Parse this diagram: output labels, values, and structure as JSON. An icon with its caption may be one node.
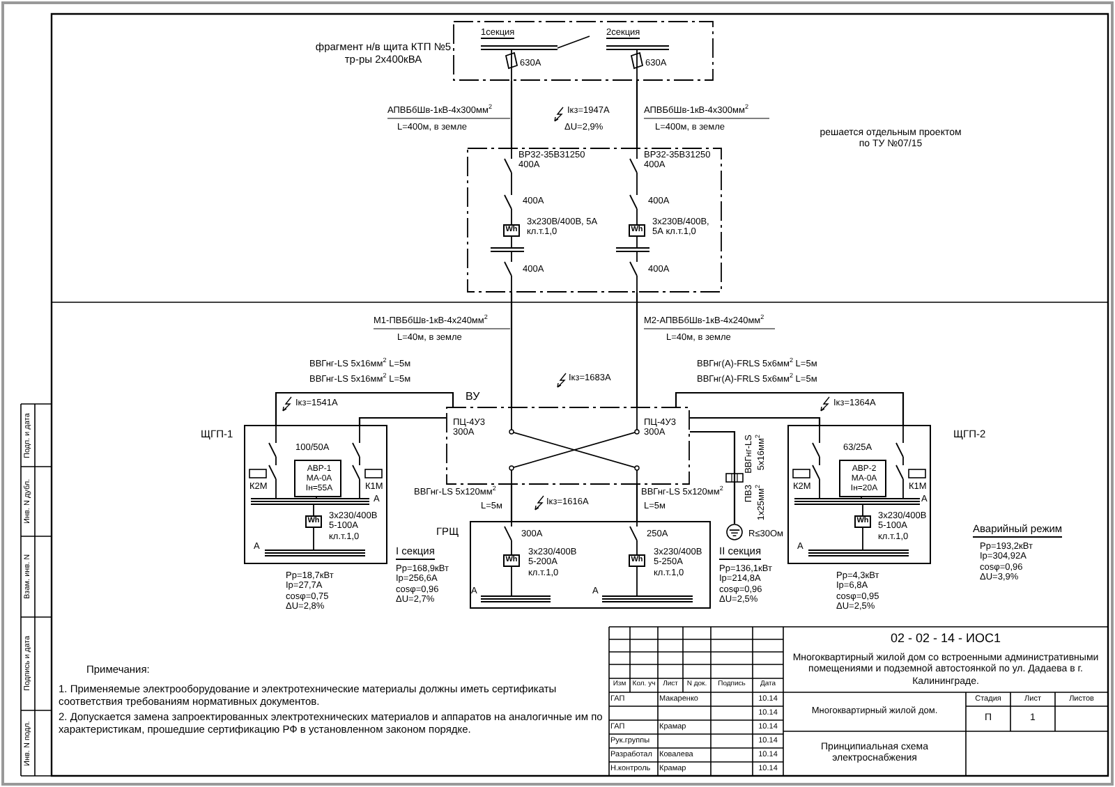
{
  "diagram": {
    "nodes": [
      {
        "text": [
          "1секция",
          "2секция",
          "630А",
          "630А"
        ],
        "beside": [
          "фрагмент н/в щита КТП №5 тр-ры 2х400кВА"
        ]
      },
      {
        "text": [
          "ВР32-35В31250 400А",
          "ВР32-35В31250 400А",
          "400А",
          "400А",
          "3х230В/400В, 5А кл.т.1,0",
          "3х230В/400В, 5А кл.т.1,0",
          "400А",
          "400А"
        ]
      },
      {
        "text": [
          "ВУ",
          "ПЦ-4У3 300А",
          "ПЦ-4У3 300А"
        ]
      },
      {
        "text": [
          "ЩГП-1",
          "100/50А",
          "К2М",
          "К1М",
          "3х230/400В 5-100А кл.т.1,0"
        ]
      },
      {
        "text": [
          "АВР-1 МА-0А Iн=55А"
        ],
        "in": 3
      },
      {
        "text": [
          "ГРЩ",
          "300А",
          "250А",
          "3х230/400В 5-200А кл.т.1,0",
          "3х230/400В 5-250А кл.т.1,0"
        ]
      },
      {
        "text": [
          "ЩГП-2",
          "63/25А",
          "К2М",
          "К1М",
          "3х230/400В 5-100А кл.т.1,0"
        ]
      },
      {
        "text": [
          "АВР-2 МА-0А Iн=20А"
        ],
        "in": 6
      },
      {
        "text": [],
        "shape": "circle",
        "beside": [
          "R≤30Ом"
        ]
      }
    ],
    "edges": [
      {
        "from": 0,
        "to": 1,
        "arrow": "none"
      },
      {
        "from": 0,
        "to": 1,
        "arrow": "none"
      },
      {
        "from": 1,
        "to": 2,
        "arrow": "none"
      },
      {
        "from": 1,
        "to": 2,
        "arrow": "none"
      },
      {
        "from": 2,
        "to": 3,
        "arrow": "none"
      },
      {
        "from": 2,
        "to": 3,
        "arrow": "none"
      },
      {
        "from": 2,
        "to": 5,
        "arrow": "none"
      },
      {
        "from": 2,
        "to": 5,
        "arrow": "none"
      },
      {
        "from": 2,
        "to": 6,
        "arrow": "none"
      },
      {
        "from": 2,
        "to": 6,
        "arrow": "none"
      },
      {
        "from": 2,
        "to": 8,
        "arrow": "none"
      }
    ],
    "labels": [
      "решается отдельным проектом по ТУ №07/15",
      "АПВБбШв-1кВ-4х300мм$^{2}$",
      "Iкз=1947А",
      "АПВБбШв-1кВ-4х300мм$^{2}$",
      "L=400м, в земле",
      "ΔU=2,9%",
      "L=400м, в земле",
      "Wh",
      "Wh",
      "М1-ПВБбШв-1кВ-4х240мм$^{2}$",
      "М2-АПВБбШв-1кВ-4х240мм$^{2}$",
      "L=40м, в земле",
      "L=40м, в земле",
      "ВВГнг-LS 5х16мм$^{2}$ L=5м",
      "ВВГнг-LS 5х16мм$^{2}$ L=5м",
      "ВВГнг(А)-FRLS 5х6мм$^{2}$ L=5м",
      "ВВГнг(А)-FRLS 5х6мм$^{2}$ L=5м",
      "Iкз=1683А",
      "Iкз=1541А",
      "Iкз=1364А",
      "ВВГнг-LS",
      "5х16мм$^{2}$",
      "ПВ3",
      "1х25мм$^{2}$",
      "Wh",
      "А",
      "А",
      "ВВГнг-LS 5х120мм$^{2}$",
      "L=5м",
      "Iкз=1616А",
      "ВВГнг-LS 5х120мм$^{2}$",
      "L=5м",
      "Wh",
      "Wh",
      "А",
      "А",
      "Wh",
      "А",
      "А",
      "Аварийный режим",
      "Рр=193,2кВт Iр=304,92А cosφ=0,96 ΔU=3,9%",
      "I секция",
      "II секция",
      "Рр=18,7кВт Iр=27,7А cosφ=0,75 ΔU=2,8%",
      "Рр=168,9кВт Iр=256,6А cosφ=0,96 ΔU=2,7%",
      "Рр=136,1кВт Iр=214,8А cosφ=0,96 ΔU=2,5%",
      "Рр=4,3кВт Iр=6,8А cosφ=0,95 ΔU=2,5%",
      "Примечания:",
      "1. Применяемые электрооборудование и электротехнические материалы должны иметь сертификаты соответствия требованиям нормативных документов.",
      "2. Допускается замена запроектированных электротехнических материалов и аппаратов на аналогичные им по характеристикам, прошедшие сертификацию РФ в установленном законом порядке.",
      "02 - 02 - 14 - ИОС1",
      "Многоквартирный жилой дом со встроенными административными помещениями и подземной автостоянкой по ул. Дадаева в г. Калининграде.",
      "Изм",
      "Кол. уч",
      "Лист",
      "N док.",
      "Подпись",
      "Дата",
      "ГАП",
      "Макаренко",
      "10.14",
      "10.14",
      "ГАП",
      "Крамар",
      "10.14",
      "Рук.группы",
      "10.14",
      "Разработал",
      "Ковалева",
      "10.14",
      "Н.контроль",
      "Крамар",
      "10.14",
      "Многоквартирный жилой дом.",
      "Стадия",
      "Лист",
      "Листов",
      "П",
      "1",
      "Принципиальная схема электроснабжения",
      "Подп. и дата",
      "Инв. N дубл.",
      "Взам. инв. N",
      "Подпись и дата",
      "Инв. N подл."
    ]
  }
}
